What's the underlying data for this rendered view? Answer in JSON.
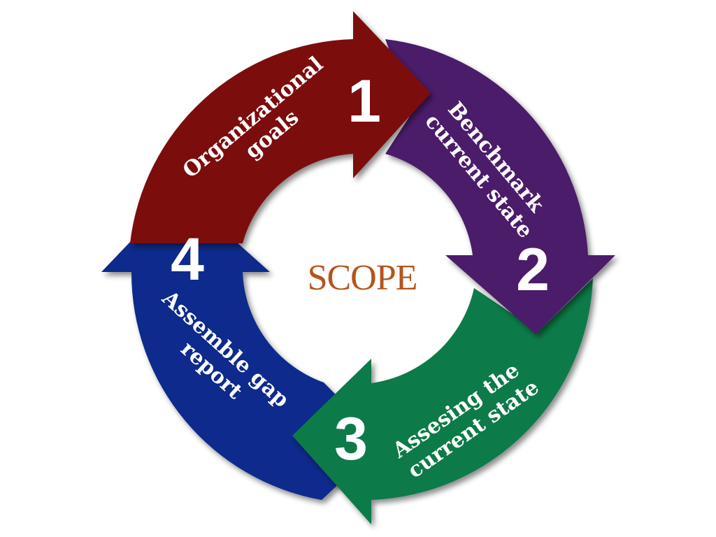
{
  "center": {
    "label": "SCOPE",
    "color": "#B4541C"
  },
  "segments": [
    {
      "number": "1",
      "line1": "Organizational",
      "line2": "goals",
      "color": "#7C0A0A"
    },
    {
      "number": "2",
      "line1": "Benchmark",
      "line2": "current state",
      "color": "#4B1D6B"
    },
    {
      "number": "3",
      "line1": "Assesing the",
      "line2": "current state",
      "color": "#0A7A48"
    },
    {
      "number": "4",
      "line1": "Assemble gap",
      "line2": "report",
      "color": "#0E2C8C"
    }
  ]
}
